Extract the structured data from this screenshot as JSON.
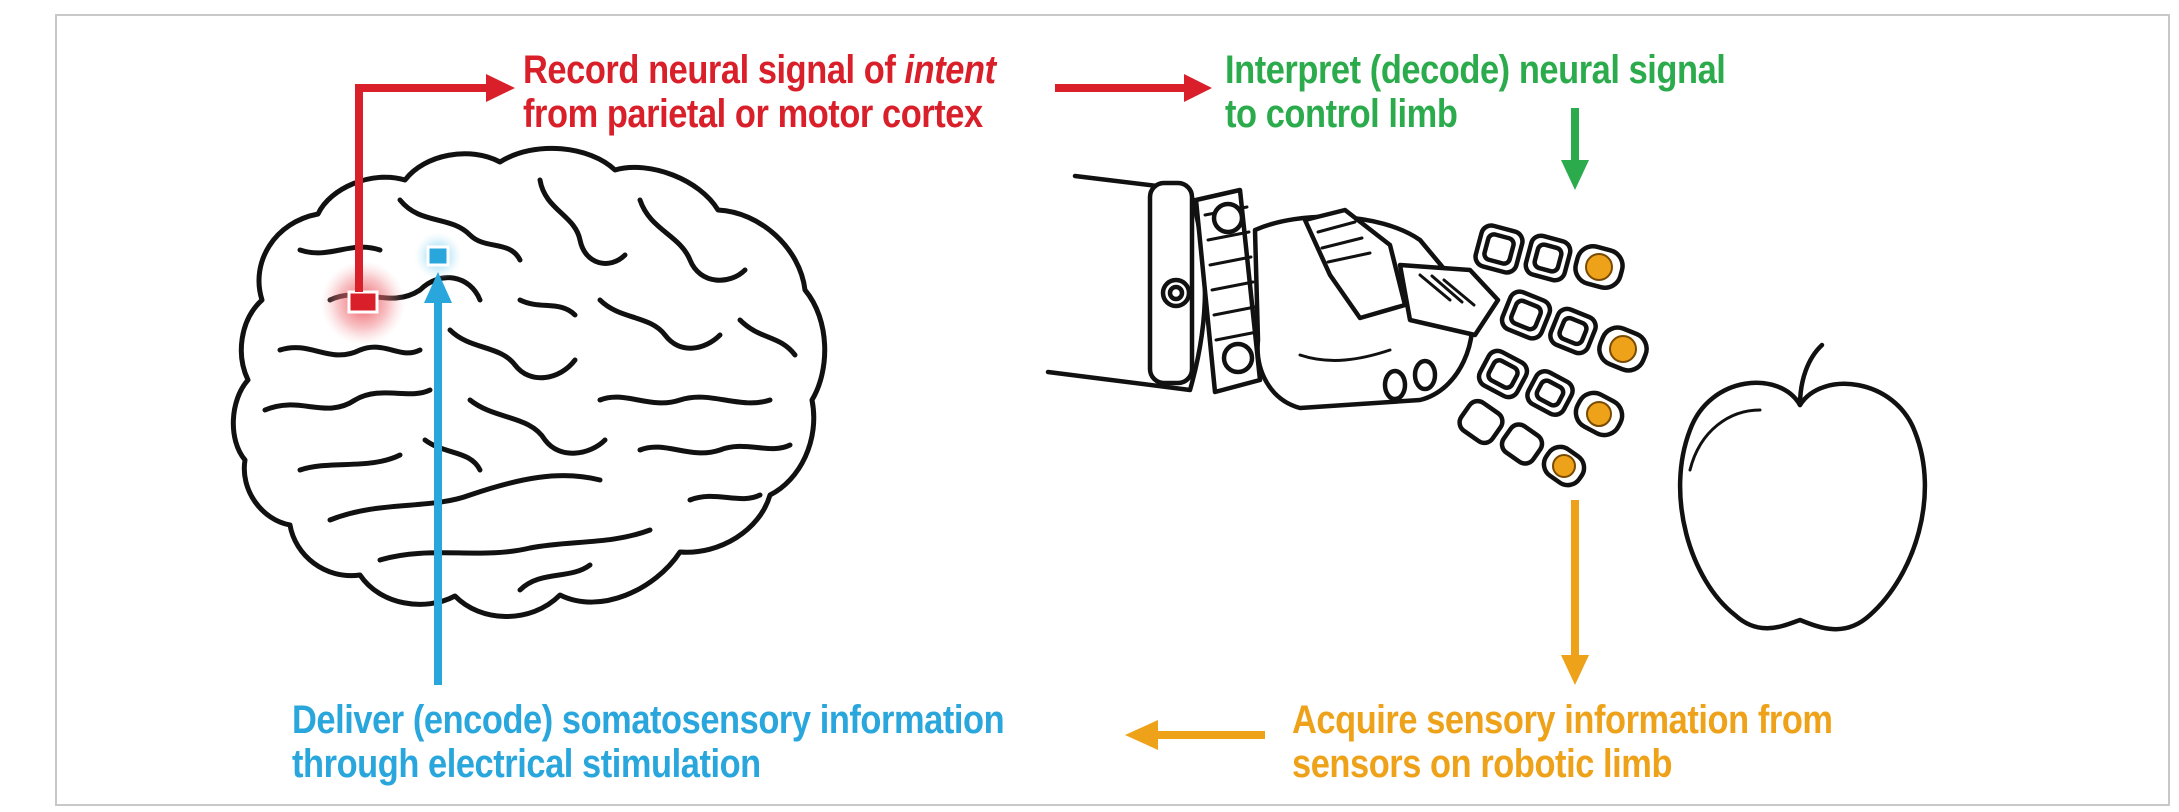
{
  "steps": {
    "record": {
      "line1_before": "Record neural signal of ",
      "line1_emph": "intent",
      "line2": "from parietal or motor cortex"
    },
    "interpret": {
      "line1": "Interpret (decode) neural signal",
      "line2": "to control limb"
    },
    "acquire": {
      "line1": "Acquire sensory information from",
      "line2": "sensors on robotic limb"
    },
    "deliver": {
      "line1": "Deliver (encode) somatosensory information",
      "line2": "through electrical stimulation"
    }
  },
  "colors": {
    "record": "#d9202a",
    "interpret": "#2bab4c",
    "acquire": "#eea21a",
    "deliver": "#29a6dc"
  },
  "icons": [
    "brain-icon",
    "robotic-arm-icon",
    "apple-icon",
    "record-electrode-icon",
    "stimulation-electrode-icon"
  ]
}
